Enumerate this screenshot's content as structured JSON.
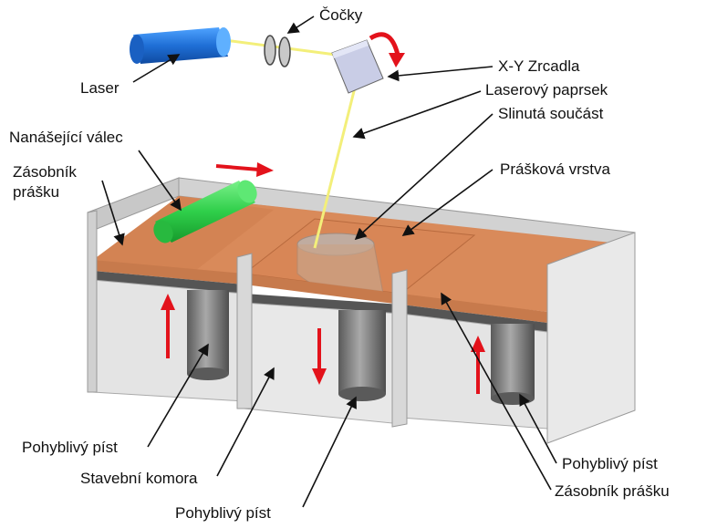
{
  "labels": {
    "cocky": "Čočky",
    "xy_mirrors": "X-Y Zrcadla",
    "laser": "Laser",
    "laser_beam": "Laserový paprsek",
    "sintered_part": "Slinutá součást",
    "roller": "Nanášející válec",
    "powder_reservoir_left_1": "Zásobník",
    "powder_reservoir_left_2": "prášku",
    "powder_layer": "Prášková vrstva",
    "piston_left": "Pohyblivý píst",
    "build_chamber": "Stavební komora",
    "piston_center": "Pohyblivý píst",
    "piston_right": "Pohyblivý píst",
    "powder_reservoir_right": "Zásobník prášku"
  },
  "colors": {
    "powder": "#d98a5a",
    "laser_body": "#1f6fd6",
    "roller": "#2fcf4a",
    "beam": "#f3ef7a",
    "arrow": "#e3121b",
    "wall": "#e4e4e4",
    "piston": "#8a8a8a"
  }
}
